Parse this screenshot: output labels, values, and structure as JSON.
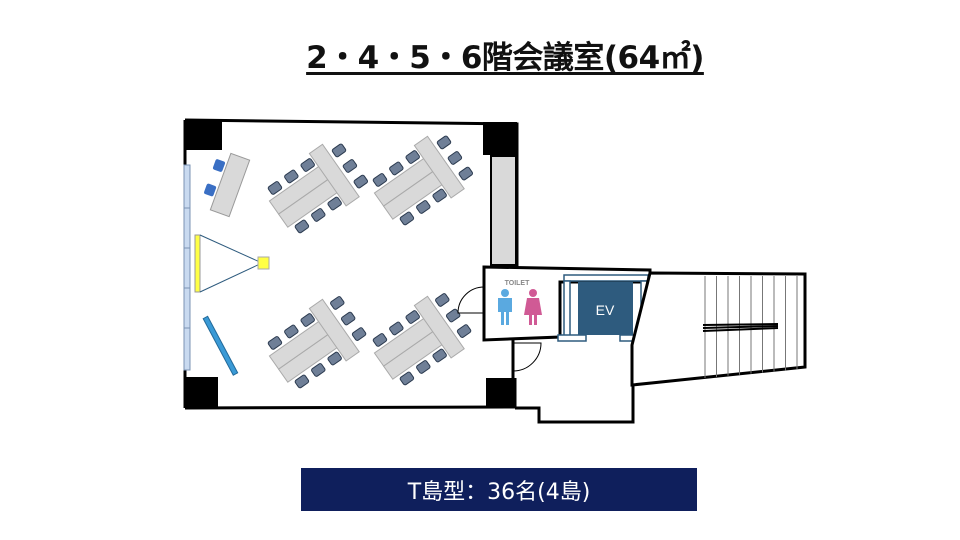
{
  "title": "2・4・5・6階会議室(64㎡)",
  "labels": {
    "toilet": "TOILET",
    "elevator": "EV"
  },
  "banner": "T島型：36名(4島)",
  "layout": {
    "type": "T島型",
    "capacity": 36,
    "islands": 4,
    "chairs_per_island": 9
  },
  "colors": {
    "banner": "#0f1f5c",
    "elevator": "#2e5b7e",
    "table": "#d9d9d9",
    "chair": "#6f7f97",
    "presenter_chair": "#3a6fc4",
    "screen": "#ffff44",
    "whiteboard": "#3a9ad6",
    "male": "#5aa9e0",
    "female": "#d05a95"
  }
}
